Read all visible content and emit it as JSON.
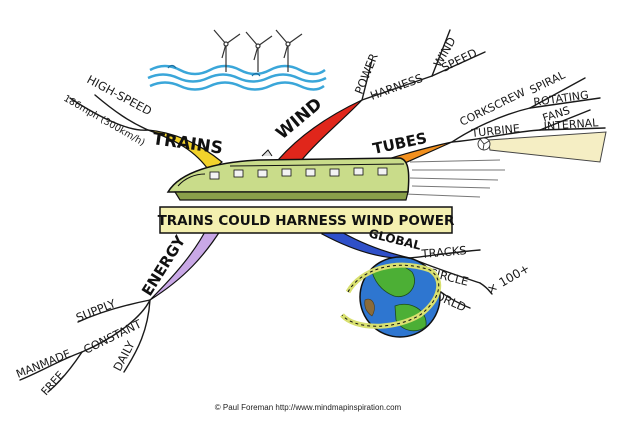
{
  "central_topic": "TRAINS COULD HARNESS WIND POWER",
  "credit": "© Paul Foreman http://www.mindmapinspiration.com",
  "colors": {
    "trains": "#f2d22b",
    "wind": "#e0261b",
    "tubes": "#f2901e",
    "global": "#2f50c9",
    "energy": "#c9a8e6",
    "train_body": "#c9dc8a",
    "central_box": "#f4f0b0"
  },
  "branches": {
    "trains": {
      "title": "TRAINS",
      "sub": {
        "high_speed": "HIGH-SPEED",
        "speed_value": "186mph (300km/h)"
      }
    },
    "wind": {
      "title": "WIND",
      "sub": {
        "power": "POWER",
        "harness": "HARNESS",
        "wind": "WIND",
        "speed": "SPEED"
      }
    },
    "tubes": {
      "title": "TUBES",
      "sub": {
        "corkscrew": "CORKSCREW",
        "spiral": "SPIRAL",
        "rotating": "ROTATING",
        "turbine": "TURBINE",
        "fans": "FANS",
        "internal": "INTERNAL"
      }
    },
    "global": {
      "title": "GLOBAL",
      "sub": {
        "tracks": "TRACKS",
        "circle": "CIRCLE",
        "world": "WORLD",
        "multiplier": "× 100+"
      }
    },
    "energy": {
      "title": "ENERGY",
      "sub": {
        "supply": "SUPPLY",
        "constant": "CONSTANT",
        "free": "FREE",
        "manmade": "MANMADE",
        "daily": "DAILY"
      }
    }
  },
  "icons": [
    "wind-turbine-icon",
    "sea-waves-icon",
    "bullet-train-icon",
    "globe-icon",
    "fan-icon"
  ]
}
